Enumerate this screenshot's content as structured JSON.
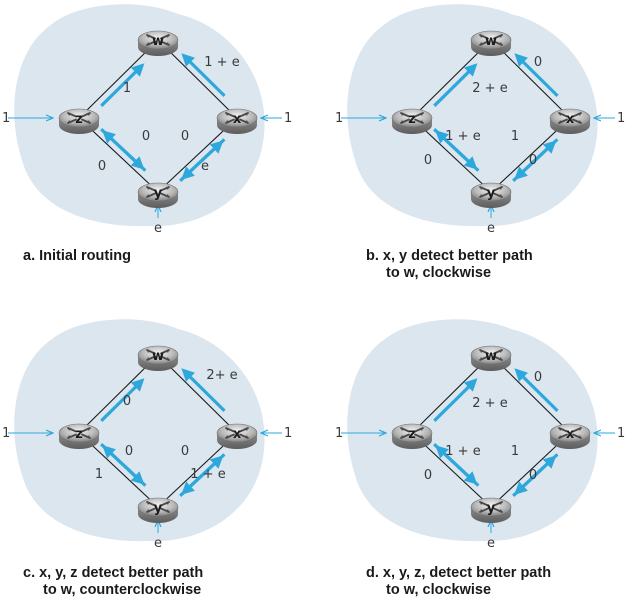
{
  "colors": {
    "cloud": "#dbe6ef",
    "link": "#1a1a1a",
    "arrow": "#2ea8dc",
    "label": "#3a3a3a"
  },
  "panels": [
    {
      "id": "a",
      "caption_line1": "a.  Initial routing",
      "caption_line2": "",
      "node_w": "w",
      "node_x": "x",
      "node_y": "y",
      "node_z": "z",
      "ext_x": "1",
      "ext_z": "1",
      "ext_y": "e",
      "lbl_zw": "1",
      "lbl_xw": "1 + e",
      "lbl_zy_in": "0",
      "lbl_zy_out": "0",
      "lbl_xy_in": "0",
      "lbl_xy_out": "e"
    },
    {
      "id": "b",
      "caption_line1": "b.  x, y detect better path",
      "caption_line2": "to w, clockwise",
      "node_w": "w",
      "node_x": "x",
      "node_y": "y",
      "node_z": "z",
      "ext_x": "1",
      "ext_z": "1",
      "ext_y": "e",
      "lbl_zw": "2 + e",
      "lbl_xw": "0",
      "lbl_zy_in": "1 + e",
      "lbl_zy_out": "0",
      "lbl_xy_in": "1",
      "lbl_xy_out": "0"
    },
    {
      "id": "c",
      "caption_line1": "c.  x, y, z detect better path",
      "caption_line2": "to w, counterclockwise",
      "node_w": "w",
      "node_x": "x",
      "node_y": "y",
      "node_z": "z",
      "ext_x": "1",
      "ext_z": "1",
      "ext_y": "e",
      "lbl_zw": "0",
      "lbl_xw": "2+ e",
      "lbl_zy_in": "0",
      "lbl_zy_out": "1",
      "lbl_xy_in": "0",
      "lbl_xy_out": "1 + e"
    },
    {
      "id": "d",
      "caption_line1": "d.  x, y, z, detect better path",
      "caption_line2": "to w, clockwise",
      "node_w": "w",
      "node_x": "x",
      "node_y": "y",
      "node_z": "z",
      "ext_x": "1",
      "ext_z": "1",
      "ext_y": "e",
      "lbl_zw": "2 + e",
      "lbl_xw": "0",
      "lbl_zy_in": "1 + e",
      "lbl_zy_out": "0",
      "lbl_xy_in": "1",
      "lbl_xy_out": "0"
    }
  ]
}
